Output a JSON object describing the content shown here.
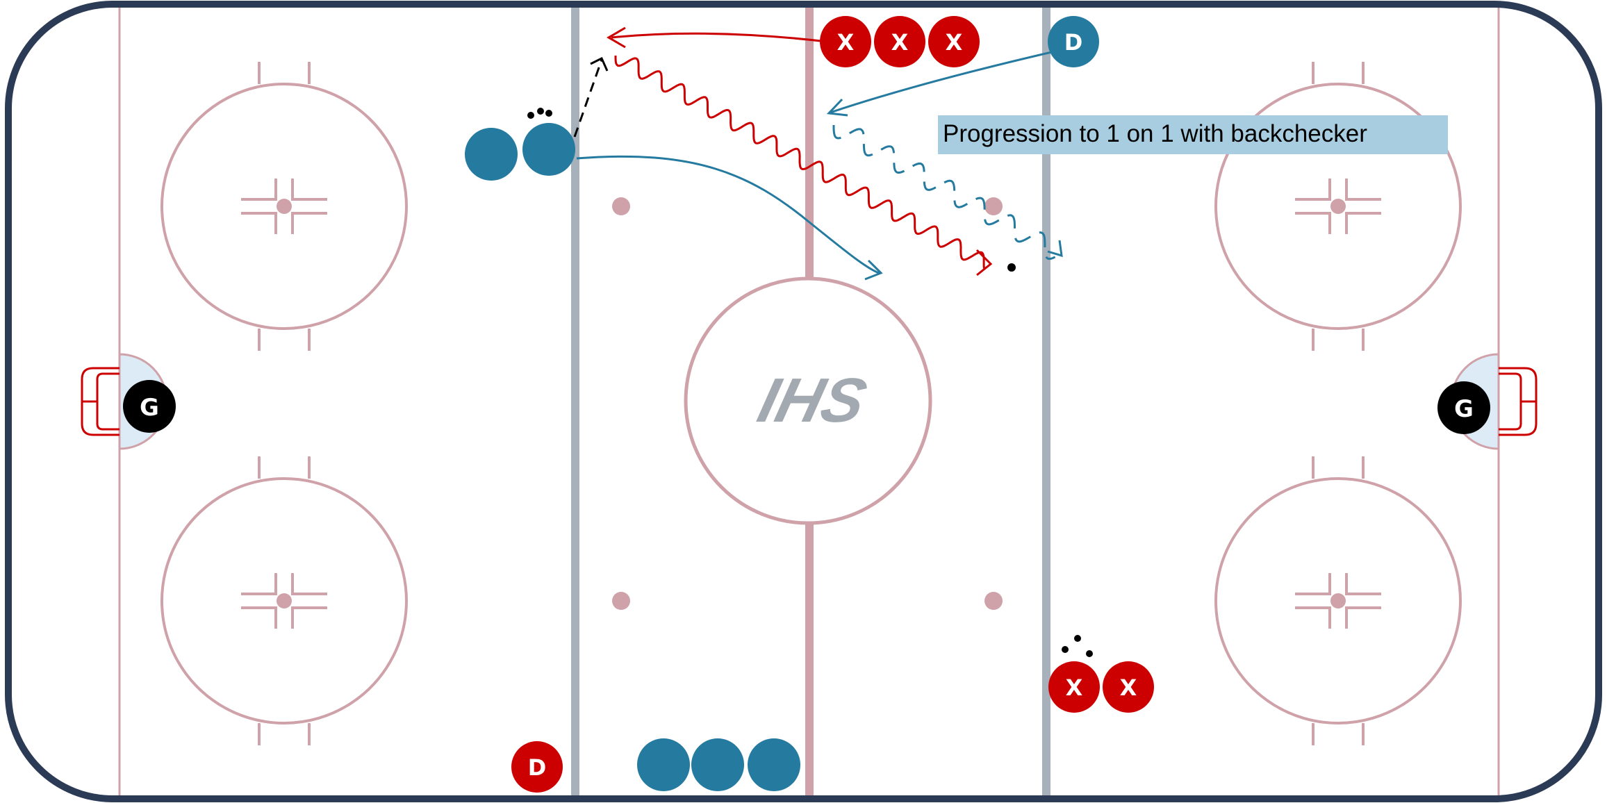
{
  "diagram": {
    "caption": "Progression to 1 on 1 with backchecker",
    "logo_text": "IHS",
    "colors": {
      "board": "#2b3a55",
      "ice": "#ffffff",
      "rink_line": "#cfa1a8",
      "blue_line": "#a6b1bb",
      "crease": "#dcebf6",
      "net": "#cc0000",
      "red_team": "#cc0000",
      "blue_team": "#247a9f",
      "goalie": "#000000",
      "caption_bg": "#a9cde0",
      "logo": "#a2a9b0"
    },
    "players": {
      "goalie_left": "G",
      "goalie_right": "G",
      "red_forward_1": "X",
      "red_forward_2": "X",
      "red_forward_3": "X",
      "red_forward_4": "X",
      "red_forward_5": "X",
      "red_defense": "D",
      "blue_defense": "D"
    }
  }
}
